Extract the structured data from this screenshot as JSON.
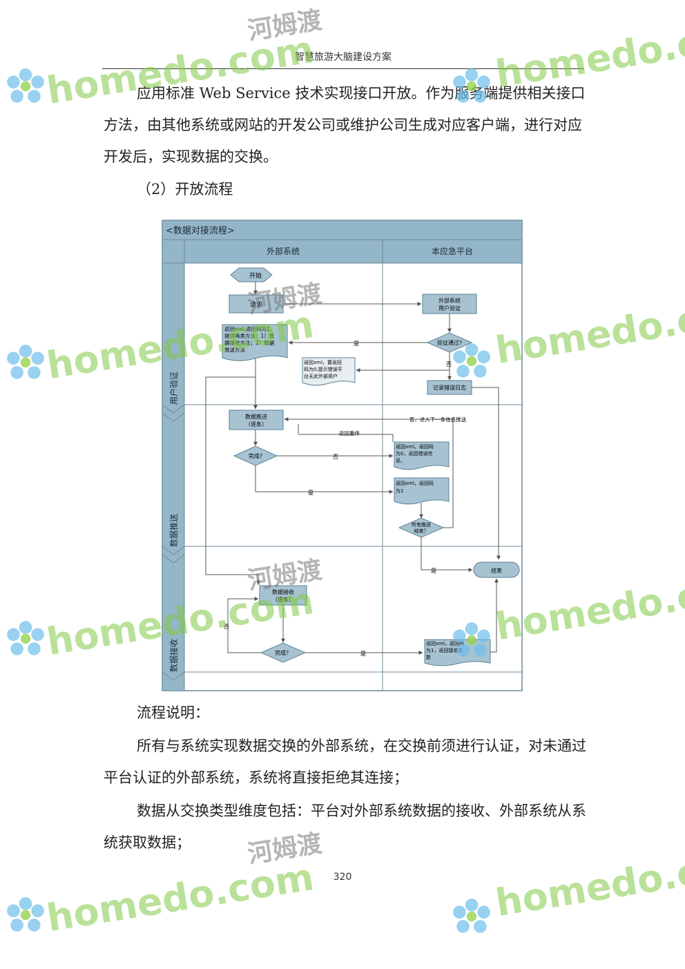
{
  "header": {
    "title": "智慧旅游大脑建设方案"
  },
  "body": {
    "para1": "应用标准 Web Service 技术实现接口开放。作为服务端提供相关接口方法，由其他系统或网站的开发公司或维护公司生成对应客户端，进行对应开发后，实现数据的交换。",
    "heading": "（2）开放流程",
    "para2": "流程说明：",
    "para3": "所有与系统实现数据交换的外部系统，在交换前须进行认证，对未通过平台认证的外部系统，系统将直接拒绝其连接；",
    "para4": "数据从交换类型维度包括：平台对外部系统数据的接收、外部系统从系统获取数据；"
  },
  "diagram": {
    "title": "<数据对接流程>",
    "lanes": {
      "external": "外部系统",
      "platform": "本应急平台"
    },
    "phases": {
      "auth": "用户验证",
      "push": "数据推送",
      "receive": "数据接收"
    },
    "nodes": {
      "start": "开始",
      "request": "请求",
      "ext_auth_1": "外部系统",
      "ext_auth_2": "用户验证",
      "return_ok_1": "返回xml,返回码为1,",
      "return_ok_2": "提供两类方法：1）数",
      "return_ok_3": "据接收方法；2）数据",
      "return_ok_4": "推送方法",
      "verify": "验证通过?",
      "return_err_1": "返回xml，置返回",
      "return_err_2": "码为0,提示错误平",
      "return_err_3": "台无此外部用户",
      "log_err": "记录错误日志",
      "push_1": "数据推送",
      "push_2": "（逐条）",
      "done_push": "完成?",
      "push_fail_1": "返回xml，返回码",
      "push_fail_2": "为0，返回错误信",
      "push_fail_3": "息。",
      "push_ok_1": "返回xml，返回码",
      "push_ok_2": "为1",
      "all_done_1": "所有推送",
      "all_done_2": "结束？",
      "end": "结束",
      "recv_1": "数据接收",
      "recv_2": "（逐条）",
      "done_recv": "完成？",
      "recv_ok_1": "返回xml，返回码",
      "recv_ok_2": "为1，返回接收条",
      "recv_ok_3": "数"
    },
    "labels": {
      "yes": "是",
      "no": "否",
      "next": "否，进入下一条信息推送",
      "resend": "返回重传"
    }
  },
  "footer": {
    "page_number": "320"
  },
  "watermark": {
    "domain": "homedo.com",
    "name": "河姆渡"
  },
  "colors": {
    "lane_header": "#93b6c8",
    "node_fill": "#a7c3d2",
    "node_stroke": "#5b7f93"
  }
}
